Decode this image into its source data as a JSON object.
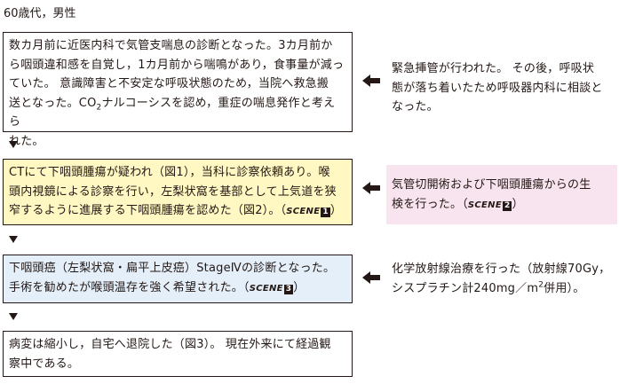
{
  "header": {
    "text": "60歳代，男性"
  },
  "box1": {
    "line1": "数カ月前に近医内科で気管支喘息の診断となった。3カ月前か",
    "line2": "ら咽頭違和感を自覚し，1カ月前から喘鳴があり，食事量が減っ",
    "line3": "ていた。 意識障害と不安定な呼吸状態のため，当院へ救急搬",
    "line4_pre": "送となった。CO",
    "line4_sub": "2",
    "line4_post": "ナルコーシスを認め，重症の喘息発作と考えら",
    "line5": "れた。"
  },
  "box2": {
    "line1": "CTにて下咽頭腫瘍が疑われ（図1），当科に診察依頼あり。喉",
    "line2": "頭内視鏡による診察を行い，左梨状窩を基部として上気道を狭",
    "line3": "窄するように進展する下咽頭腫瘍を認めた（図2）。（",
    "scene_label": "SCENE",
    "scene_num": "1",
    "close": "）"
  },
  "box3": {
    "line1": "下咽頭癌（左梨状窩・扁平上皮癌）StageⅣの診断となった。",
    "line2": "手術を勧めたが喉頭温存を強く希望された。（",
    "scene_label": "SCENE",
    "scene_num": "3",
    "close": "）"
  },
  "box4": {
    "line1": "病変は縮小し，自宅へ退院した（図3）。 現在外来にて経過観",
    "line2": "察中である。"
  },
  "side1": {
    "line1": "緊急挿管が行われた。 その後，呼吸状",
    "line2": "態が落ち着いたため呼吸器内科に相談と",
    "line3": "なった。"
  },
  "side2": {
    "line1": "気管切開術および下咽頭腫瘍からの生",
    "line2": "検を行った。（",
    "scene_label": "SCENE",
    "scene_num": "2",
    "close": "）"
  },
  "side3": {
    "line1": "化学放射線治療を行った（放射線70Gy，",
    "line2_pre": "シスプラチン計240mg／m",
    "line2_sup": "2",
    "line2_post": "併用）。"
  },
  "colors": {
    "yellow_box": "#fff8c2",
    "blue_box": "#e4eff9",
    "pink_box": "#f8e4ee",
    "text": "#231815"
  },
  "icons": {
    "down": "down-triangle-icon",
    "left": "left-arrow-icon"
  }
}
